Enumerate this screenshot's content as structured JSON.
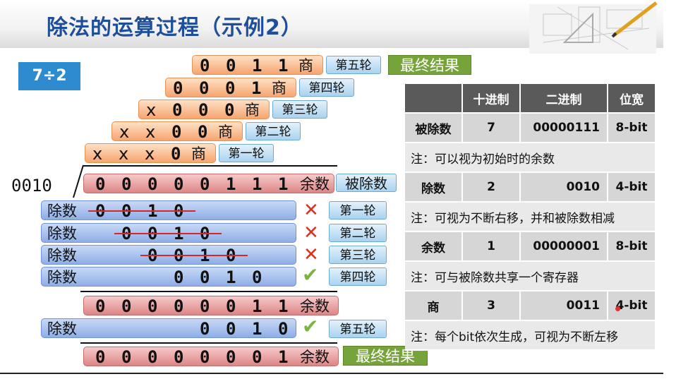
{
  "title": "除法的运算过程（示例2）",
  "example": "7÷2",
  "divisor_display": "0010",
  "quotient_rows": [
    {
      "cells": [
        "0",
        "0",
        "1",
        "1"
      ],
      "suffix": "商",
      "round": "第五轮",
      "final": "最终结果"
    },
    {
      "cells": [
        "0",
        "0",
        "0",
        "1"
      ],
      "suffix": "商",
      "round": "第四轮"
    },
    {
      "cells": [
        "x",
        "0",
        "0",
        "0"
      ],
      "suffix": "商",
      "round": "第三轮"
    },
    {
      "cells": [
        "x",
        "x",
        "0",
        "0"
      ],
      "suffix": "商",
      "round": "第二轮"
    },
    {
      "cells": [
        "x",
        "x",
        "x",
        "0"
      ],
      "suffix": "商",
      "round": "第一轮"
    }
  ],
  "dividend_row": {
    "cells": [
      "0",
      "0",
      "0",
      "0",
      "0",
      "1",
      "1",
      "1"
    ],
    "suffix": "余数",
    "tag": "被除数"
  },
  "subtract_rows": [
    {
      "label": "除数",
      "cells": [
        "0",
        "0",
        "1",
        "0"
      ],
      "result": "x",
      "round": "第一轮"
    },
    {
      "label": "除数",
      "cells": [
        "0",
        "0",
        "1",
        "0"
      ],
      "result": "x",
      "round": "第二轮"
    },
    {
      "label": "除数",
      "cells": [
        "0",
        "0",
        "1",
        "0"
      ],
      "result": "x",
      "round": "第三轮"
    },
    {
      "label": "除数",
      "cells": [
        "0",
        "0",
        "1",
        "0"
      ],
      "result": "ok",
      "round": "第四轮"
    }
  ],
  "remainder_row_1": {
    "cells": [
      "0",
      "0",
      "0",
      "0",
      "0",
      "0",
      "1",
      "1"
    ],
    "suffix": "余数"
  },
  "divisor_row_5": {
    "label": "除数",
    "cells": [
      "0",
      "0",
      "1",
      "0"
    ],
    "result": "ok",
    "round": "第五轮"
  },
  "remainder_final": {
    "cells": [
      "0",
      "0",
      "0",
      "0",
      "0",
      "0",
      "0",
      "1"
    ],
    "suffix": "余数",
    "final": "最终结果"
  },
  "table": {
    "headers": [
      "",
      "十进制",
      "二进制",
      "位宽"
    ],
    "rows": [
      {
        "name": "被除数",
        "dec": "7",
        "bin": "00000111",
        "width": "8-bit",
        "note": "注：可以视为初始时的余数"
      },
      {
        "name": "除数",
        "dec": "2",
        "bin": "0010",
        "width": "4-bit",
        "note": "注：可视为不断右移，并和被除数相减"
      },
      {
        "name": "余数",
        "dec": "1",
        "bin": "00000001",
        "width": "8-bit",
        "note": "注：可与被除数共享一个寄存器"
      },
      {
        "name": "商",
        "dec": "3",
        "bin": "0011",
        "width": "4-bit",
        "note": "注：每个bit依次生成，可视为不断左移"
      }
    ]
  },
  "colors": {
    "title": "#1f4e9b",
    "tag": "#2e8bd0",
    "final": "#76a33a",
    "strike": "#d62727"
  }
}
